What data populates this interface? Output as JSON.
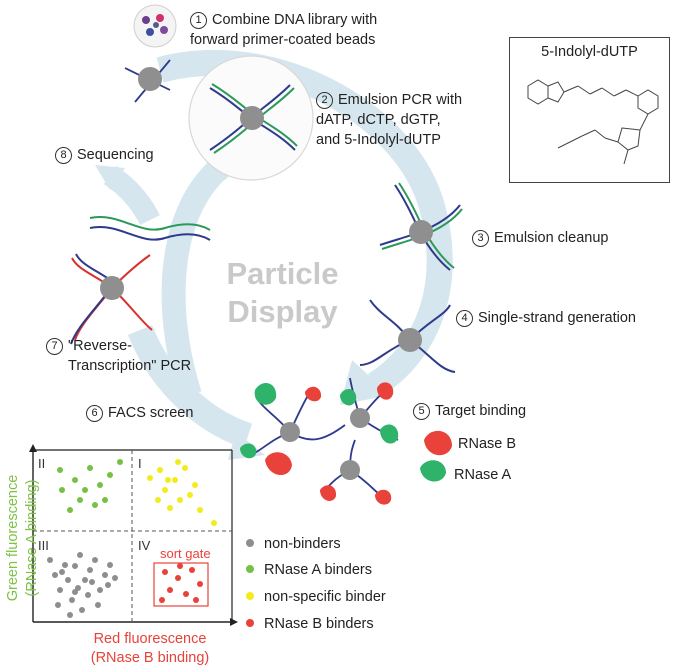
{
  "center_title": {
    "line1": "Particle",
    "line2": "Display"
  },
  "steps": [
    {
      "num": "1",
      "line1": "Combine DNA library with",
      "line2": "forward primer-coated beads"
    },
    {
      "num": "2",
      "line1": "Emulsion PCR with",
      "line2": "dATP, dCTP, dGTP,",
      "line3": "and 5-Indolyl-dUTP"
    },
    {
      "num": "3",
      "line1": "Emulsion cleanup"
    },
    {
      "num": "4",
      "line1": "Single-strand generation"
    },
    {
      "num": "5",
      "line1": "Target binding"
    },
    {
      "num": "6",
      "line1": "FACS screen"
    },
    {
      "num": "7",
      "line1": "\"Reverse-",
      "line2": "Transcription\" PCR"
    },
    {
      "num": "8",
      "line1": "Sequencing"
    }
  ],
  "structure_box": {
    "title": "5-Indolyl-dUTP"
  },
  "targets": [
    {
      "label": "RNase B",
      "color": "#e8423a"
    },
    {
      "label": "RNase A",
      "color": "#2fb36a"
    }
  ],
  "facs": {
    "quadrants": [
      "II",
      "I",
      "III",
      "IV"
    ],
    "sort_gate": "sort gate",
    "x_axis": {
      "line1": "Red fluorescence",
      "line2": "(RNase B binding)"
    },
    "y_axis": {
      "line1": "Green fluorescence",
      "line2": "(RNase A binding)"
    }
  },
  "legend": [
    {
      "label": "non-binders",
      "color": "#8e8e8e"
    },
    {
      "label": "RNase A binders",
      "color": "#76c043"
    },
    {
      "label": "non-specific binder",
      "color": "#f2ec1c"
    },
    {
      "label": "RNase B binders",
      "color": "#e8423a"
    }
  ],
  "colors": {
    "arrow": "#d6e6ee",
    "dna_blue": "#2e3a8c",
    "dna_green": "#2a9a5a",
    "dna_red": "#d9302a",
    "bead": "#8f8f8f"
  }
}
